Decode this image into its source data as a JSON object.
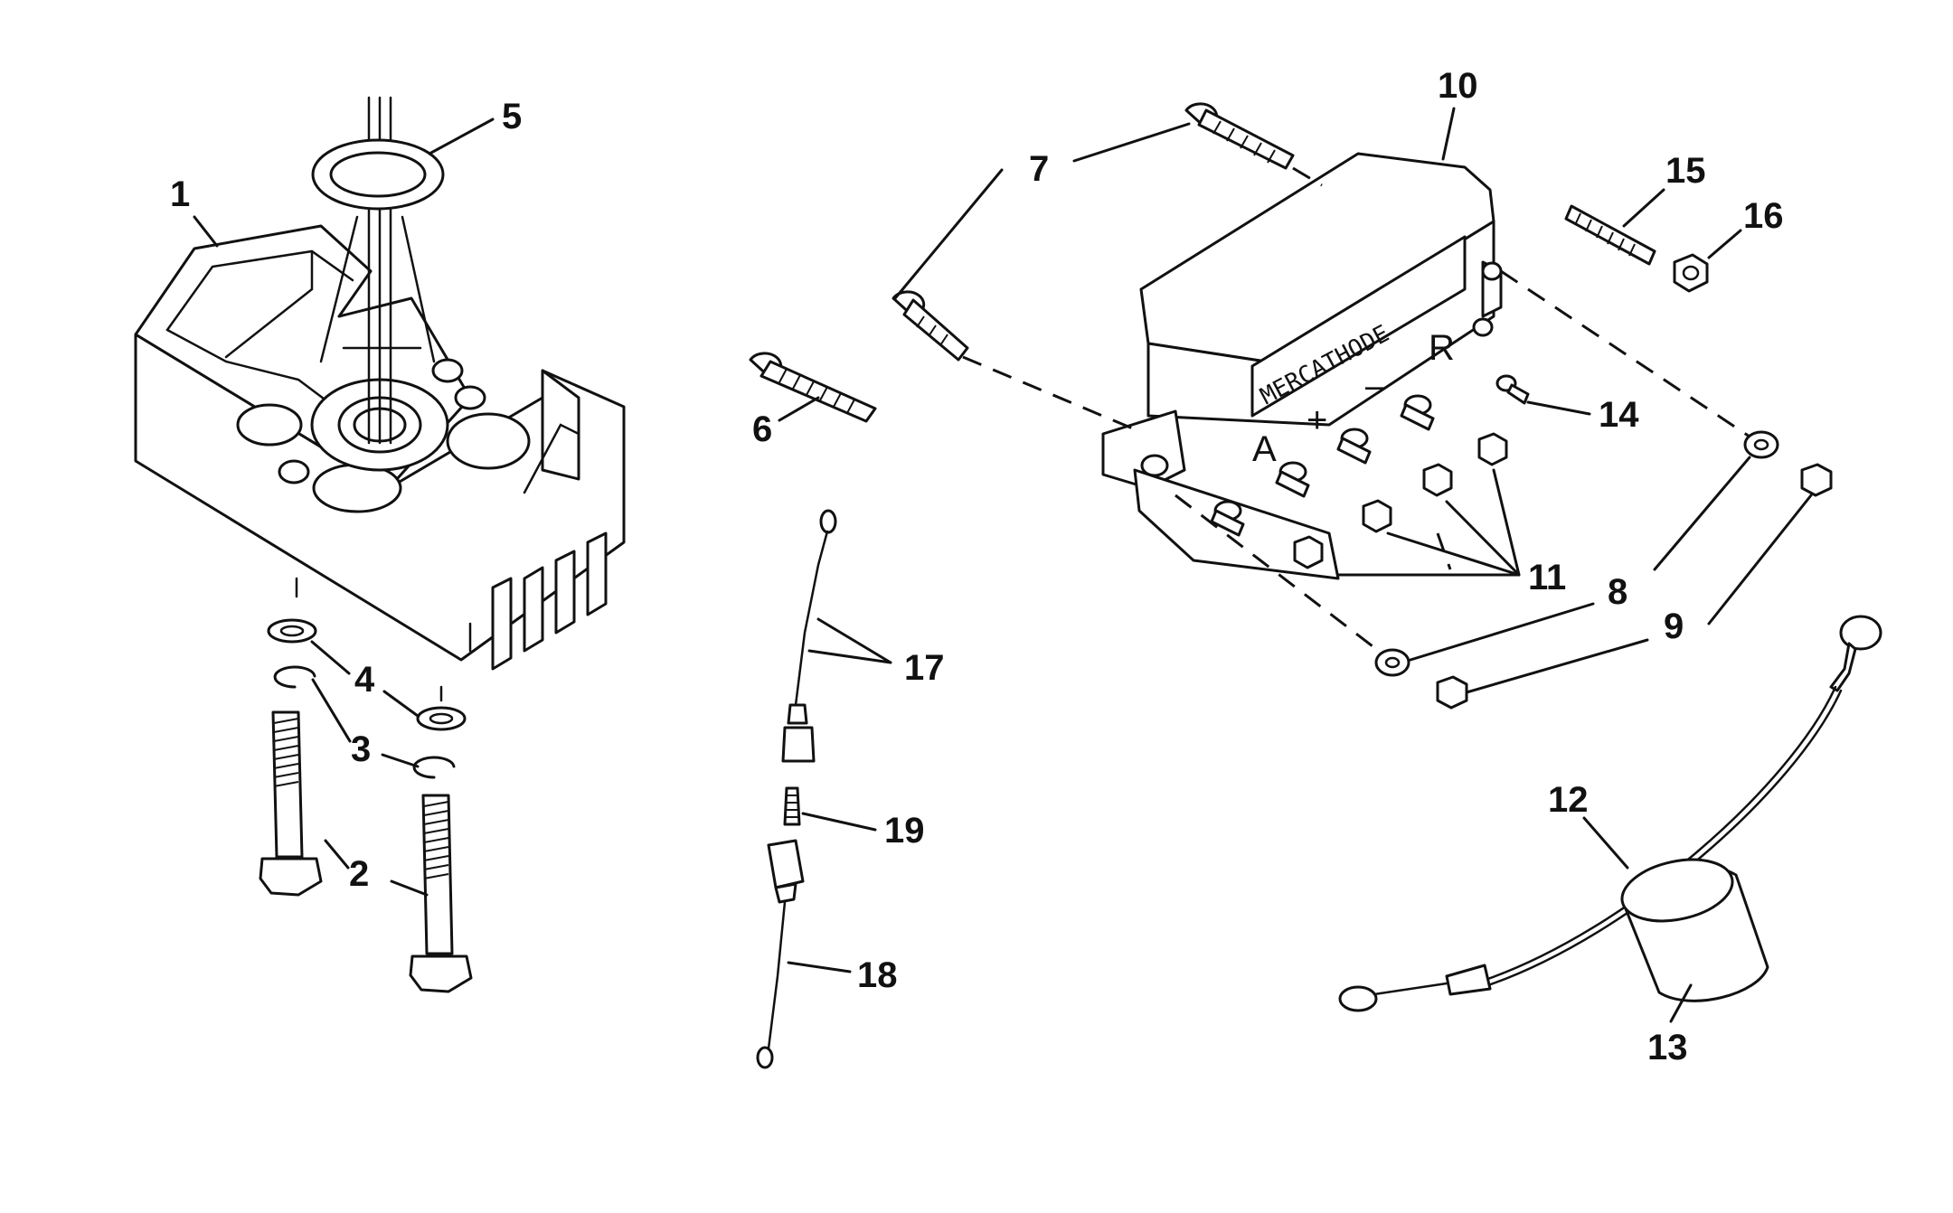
{
  "diagram": {
    "unit_label": "MERCATHODE",
    "terminal_labels": [
      "A",
      "+",
      "–",
      "R"
    ],
    "callouts": [
      {
        "id": "1",
        "text": "1"
      },
      {
        "id": "2",
        "text": "2"
      },
      {
        "id": "3",
        "text": "3"
      },
      {
        "id": "4",
        "text": "4"
      },
      {
        "id": "5",
        "text": "5"
      },
      {
        "id": "6",
        "text": "6"
      },
      {
        "id": "7",
        "text": "7"
      },
      {
        "id": "8",
        "text": "8"
      },
      {
        "id": "9",
        "text": "9"
      },
      {
        "id": "10",
        "text": "10"
      },
      {
        "id": "11",
        "text": "11"
      },
      {
        "id": "12",
        "text": "12"
      },
      {
        "id": "13",
        "text": "13"
      },
      {
        "id": "14",
        "text": "14"
      },
      {
        "id": "15",
        "text": "15"
      },
      {
        "id": "16",
        "text": "16"
      },
      {
        "id": "17",
        "text": "17"
      },
      {
        "id": "18",
        "text": "18"
      },
      {
        "id": "19",
        "text": "19"
      }
    ]
  }
}
